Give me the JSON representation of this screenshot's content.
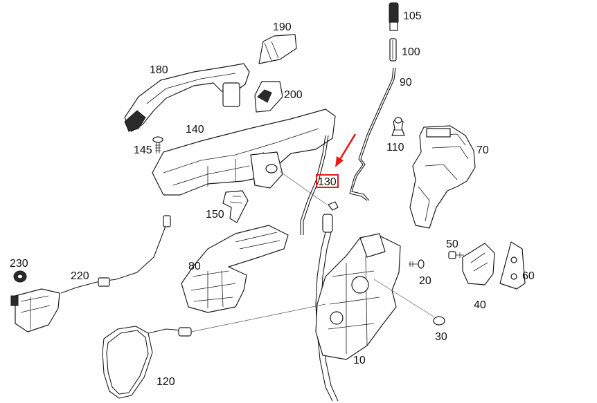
{
  "diagram": {
    "highlight_color": "#e21b1b",
    "highlighted_part": "130",
    "parts": [
      {
        "id": "p10",
        "label": "10"
      },
      {
        "id": "p20",
        "label": "20"
      },
      {
        "id": "p30",
        "label": "30"
      },
      {
        "id": "p40",
        "label": "40"
      },
      {
        "id": "p50",
        "label": "50"
      },
      {
        "id": "p60",
        "label": "60"
      },
      {
        "id": "p70",
        "label": "70"
      },
      {
        "id": "p80",
        "label": "80"
      },
      {
        "id": "p90",
        "label": "90"
      },
      {
        "id": "p100",
        "label": "100"
      },
      {
        "id": "p105",
        "label": "105"
      },
      {
        "id": "p110",
        "label": "110"
      },
      {
        "id": "p120",
        "label": "120"
      },
      {
        "id": "p130",
        "label": "130"
      },
      {
        "id": "p140",
        "label": "140"
      },
      {
        "id": "p145",
        "label": "145"
      },
      {
        "id": "p150",
        "label": "150"
      },
      {
        "id": "p180",
        "label": "180"
      },
      {
        "id": "p190",
        "label": "190"
      },
      {
        "id": "p200",
        "label": "200"
      },
      {
        "id": "p220",
        "label": "220"
      },
      {
        "id": "p230",
        "label": "230"
      }
    ]
  }
}
